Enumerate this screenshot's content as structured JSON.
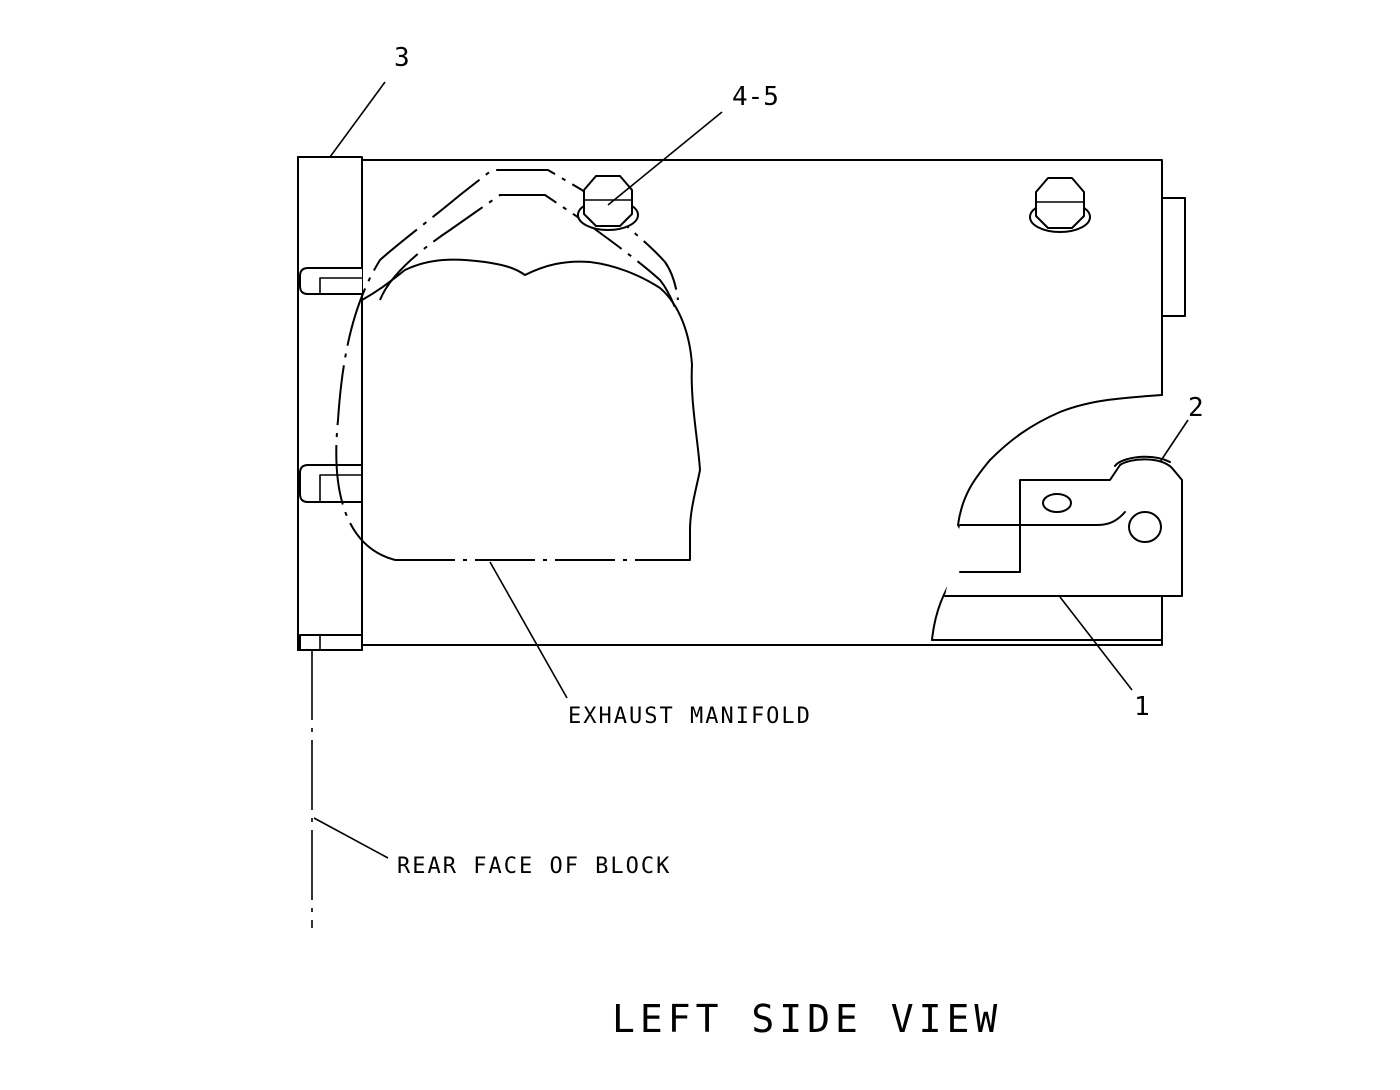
{
  "view_title": "LEFT SIDE VIEW",
  "callouts": {
    "item_1": "1",
    "item_2": "2",
    "item_3": "3",
    "item_4_5": "4-5"
  },
  "labels": {
    "exhaust_manifold": "EXHAUST MANIFOLD",
    "rear_face_of_block": "REAR FACE OF BLOCK"
  }
}
